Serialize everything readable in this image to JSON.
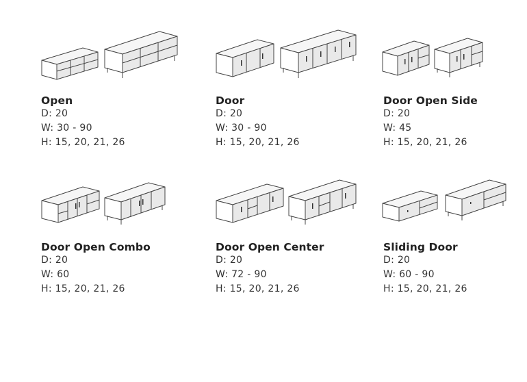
{
  "products": [
    {
      "name": "Open",
      "d": "D: 20",
      "w": "W: 30 - 90",
      "h": "H: 15, 20, 21, 26",
      "illustration": "open-cabinet-icon"
    },
    {
      "name": "Door",
      "d": "D: 20",
      "w": "W: 30 - 90",
      "h": "H: 15, 20, 21, 26",
      "illustration": "door-cabinet-icon"
    },
    {
      "name": "Door Open Side",
      "d": "D: 20",
      "w": "W: 45",
      "h": "H: 15, 20, 21, 26",
      "illustration": "door-open-side-cabinet-icon"
    },
    {
      "name": "Door Open Combo",
      "d": "D: 20",
      "w": "W: 60",
      "h": "H: 15, 20, 21, 26",
      "illustration": "door-open-combo-cabinet-icon"
    },
    {
      "name": "Door Open Center",
      "d": "D: 20",
      "w": "W: 72 - 90",
      "h": "H: 15, 20, 21, 26",
      "illustration": "door-open-center-cabinet-icon"
    },
    {
      "name": "Sliding Door",
      "d": "D: 20",
      "w": "W: 60 - 90",
      "h": "H: 15, 20, 21, 26",
      "illustration": "sliding-door-cabinet-icon"
    }
  ]
}
